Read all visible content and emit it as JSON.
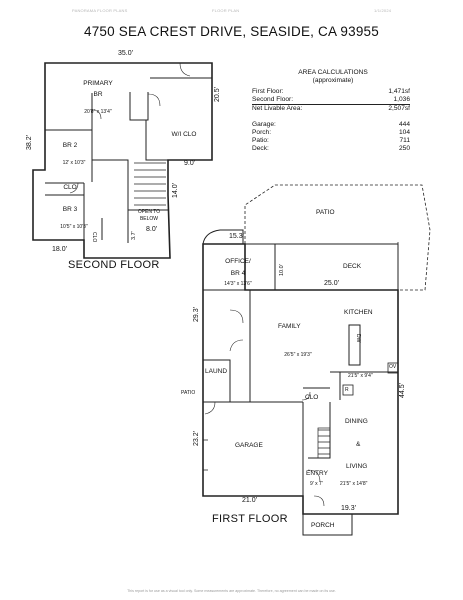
{
  "header": {
    "left": "PANORAMA FLOOR PLANS",
    "center": "FLOOR PLAN",
    "right": "1/1/2024"
  },
  "title": "4750 SEA CREST DRIVE, SEASIDE, CA 93955",
  "area": {
    "heading": "AREA CALCULATIONS",
    "subheading": "(approximate)",
    "rows": [
      {
        "label": "First Floor:",
        "value": "1,471sf"
      },
      {
        "label": "Second Floor:",
        "value": "1,036"
      },
      {
        "label": "Net Livable Area:",
        "value": "2,507sf"
      },
      {
        "label": "Garage:",
        "value": "444"
      },
      {
        "label": "Porch:",
        "value": "104"
      },
      {
        "label": "Patio:",
        "value": "711"
      },
      {
        "label": "Deck:",
        "value": "250"
      }
    ]
  },
  "second_floor": {
    "title": "SECOND FLOOR",
    "dims": {
      "top": "35.0'",
      "left": "38.2'",
      "right": "20.5'",
      "nine": "9.0'",
      "fourteen": "14.0'",
      "bottom": "18.0'",
      "three": "3.7'",
      "eight": "8.0'"
    },
    "rooms": {
      "primary_name": "PRIMARY",
      "primary_name2": "BR",
      "primary_size": "20'8\" x 13'4\"",
      "wiclo": "W/I CLO",
      "br2": "BR 2",
      "br2_size": "12' x 10'3\"",
      "clo": "CLO",
      "br3": "BR 3",
      "br3_size": "10'5\" x 10'3\"",
      "clo_v": "CLO",
      "open1": "OPEN TO",
      "open2": "BELOW"
    }
  },
  "first_floor": {
    "title": "FIRST FLOOR",
    "dims": {
      "office_w": "15.3'",
      "ten": "10.0'",
      "twentyfive": "25.0'",
      "twentynine": "29.3'",
      "fortyfour": "44.5'",
      "twentythree": "23.2'",
      "twentyone": "21.0'",
      "nineteen": "19.3'"
    },
    "rooms": {
      "patio": "PATIO",
      "deck": "DECK",
      "office1": "OFFICE/",
      "office2": "BR 4",
      "office_size": "14'3\" x 13'6\"",
      "family": "FAMILY",
      "family_size": "26'5\" x 19'3\"",
      "kitchen": "KITCHEN",
      "dw": "DW",
      "kitchen_size": "21'5\" x 9'4\"",
      "ov": "OV",
      "r": "R",
      "laund": "LAUND",
      "patio_small": "PATIO",
      "clo": "CLO",
      "dining": "DINING",
      "amp": "&",
      "living": "LIVING",
      "living_size": "21'5\" x 14'8\"",
      "garage": "GARAGE",
      "entry": "ENTRY",
      "entry_size": "9' x 7'",
      "porch": "PORCH"
    }
  },
  "footer": "This report is for use as a visual tool only. Some measurements are approximate. Therefore, no agreement can be made on its use."
}
